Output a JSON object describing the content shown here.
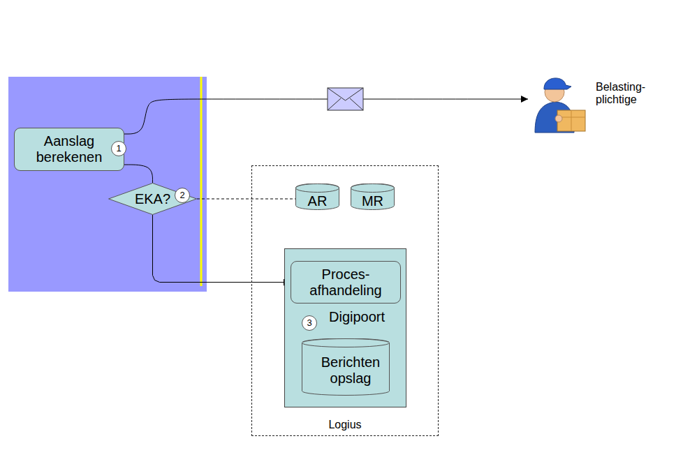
{
  "diagram": {
    "nodes": [
      {
        "text": [
          "Aanslag berekenen"
        ]
      },
      {
        "text": [
          "EKA?"
        ]
      },
      {
        "text": [
          "Belasting- plichtige"
        ]
      },
      {
        "text": [
          "Logius"
        ]
      },
      {
        "text": [
          "AR"
        ],
        "in": 3
      },
      {
        "text": [
          "MR"
        ],
        "in": 3
      },
      {
        "text": [
          "Digipoort"
        ],
        "in": 3
      },
      {
        "text": [
          "Proces- afhandeling"
        ],
        "in": 6
      },
      {
        "text": [
          "Berichten opslag"
        ],
        "in": 6
      }
    ],
    "edges": [
      {
        "from": 0,
        "to": 2,
        "arrow": "to"
      },
      {
        "from": 0,
        "to": 1,
        "arrow": "none"
      },
      {
        "from": 1,
        "to": 4,
        "arrow": "none"
      },
      {
        "from": 1,
        "to": 7,
        "arrow": "to"
      },
      {
        "from": 7,
        "to": 8,
        "arrow": "to"
      }
    ],
    "labels": [
      "1",
      "2",
      "3"
    ]
  }
}
